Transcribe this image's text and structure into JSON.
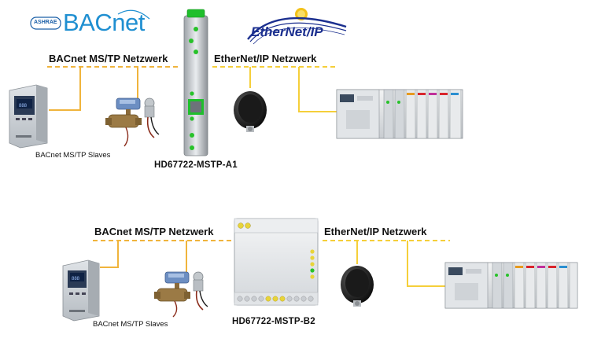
{
  "logos": {
    "bacnet": {
      "badge": "ASHRAE",
      "wordmark": "BACnet"
    },
    "ethernetip": {
      "wordmark": "EtherNet/IP"
    }
  },
  "top": {
    "bacnet_network_label": "BACnet MS/TP Netzwerk",
    "ethernet_network_label": "EtherNet/IP Netzwerk",
    "slaves_label": "BACnet MS/TP Slaves",
    "gateway_label": "HD67722-MSTP-A1"
  },
  "bottom": {
    "bacnet_network_label": "BACnet MS/TP Netzwerk",
    "ethernet_network_label": "EtherNet/IP Netzwerk",
    "slaves_label": "BACnet MS/TP Slaves",
    "gateway_label": "HD67722-MSTP-B2"
  },
  "colors": {
    "bacnet_line": "#f0b43c",
    "ethernet_line": "#f5cf3a",
    "gateway_led": "#27c22a",
    "status_led": "#e8d43a",
    "bacnet_blue": "#1f8fd1",
    "ethernetip_navy": "#1b2f8f"
  },
  "icons": [
    "bacnet-logo",
    "ethernetip-logo",
    "controller-panel-icon",
    "valve-actuator-icon",
    "din-rail-gateway-icon",
    "din-box-gateway-icon",
    "ethernet-connector-icon",
    "plc-rack-icon"
  ]
}
